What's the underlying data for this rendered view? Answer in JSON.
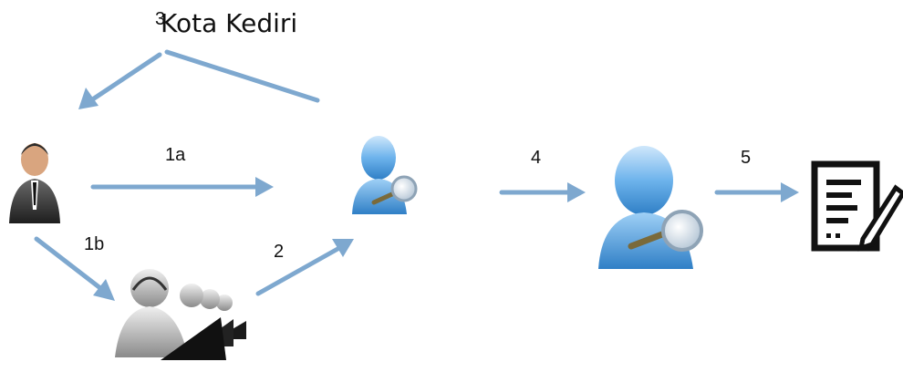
{
  "diagram": {
    "title": "Kota Kediri",
    "steps": {
      "s3": "3",
      "s1a": "1a",
      "s1b": "1b",
      "s2": "2",
      "s4": "4",
      "s5": "5"
    },
    "colors": {
      "arrow": "#7ea8cf",
      "person_dark": "#3a3a3a",
      "officer_blue": "#5aa6e6",
      "magnifier": "#b7c6d4"
    },
    "icons": [
      "citizen-icon",
      "officer-icon",
      "officer-large-icon",
      "call-center-group-icon",
      "report-document-icon"
    ]
  }
}
